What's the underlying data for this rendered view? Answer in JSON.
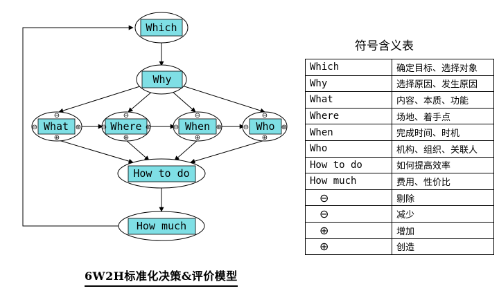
{
  "diagram": {
    "nodes": {
      "which": "Which",
      "why": "Why",
      "what": "What",
      "where": "Where",
      "when": "When",
      "who": "Who",
      "howtodo": "How to do",
      "howmuch": "How much"
    },
    "symbols": {
      "minus": "⊖",
      "plus": "⊕"
    },
    "colors": {
      "node_fill": "#7fdfe5",
      "ellipse_fill": "#ffffff",
      "stroke": "#000000"
    }
  },
  "caption": "6W2H标准化决策&评价模型",
  "table": {
    "title": "符号含义表",
    "rows": [
      {
        "key": "Which",
        "value": "确定目标、选择对象"
      },
      {
        "key": "Why",
        "value": "选择原因、发生原因"
      },
      {
        "key": "What",
        "value": "内容、本质、功能"
      },
      {
        "key": "Where",
        "value": "场地、着手点"
      },
      {
        "key": "When",
        "value": "完成时间、时机"
      },
      {
        "key": "Who",
        "value": "机构、组织、关联人"
      },
      {
        "key": "How to do",
        "value": "如何提高效率"
      },
      {
        "key": "How much",
        "value": "费用、性价比"
      },
      {
        "key": "⊖",
        "value": "剔除"
      },
      {
        "key": "⊖",
        "value": "减少"
      },
      {
        "key": "⊕",
        "value": "增加"
      },
      {
        "key": "⊕",
        "value": "创造"
      }
    ]
  }
}
